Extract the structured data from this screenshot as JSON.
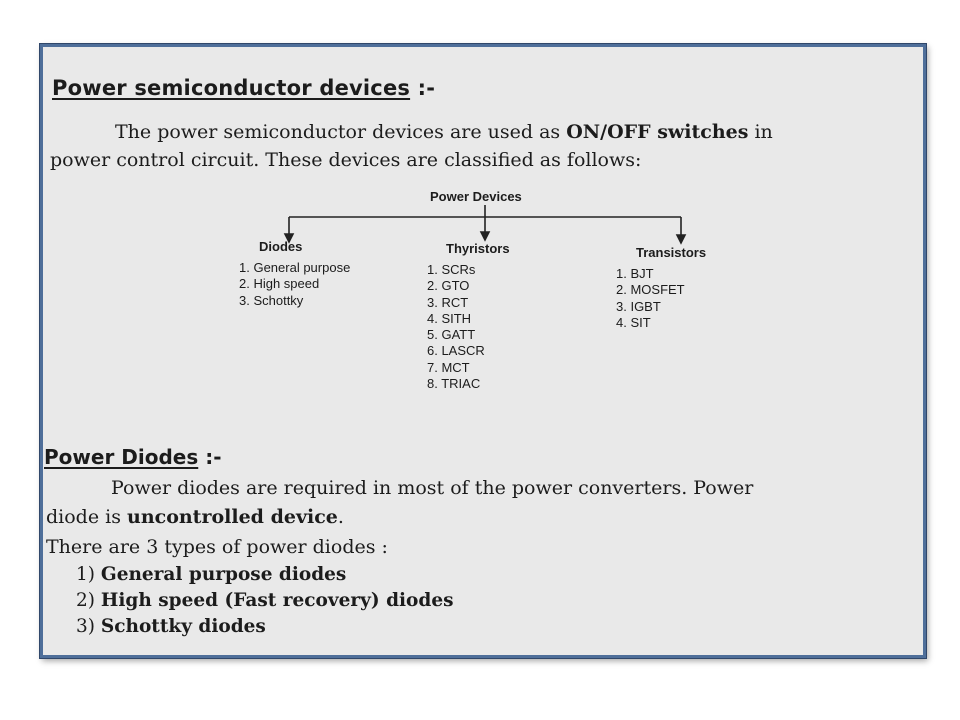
{
  "heading1": {
    "text": "Power semiconductor devices",
    "suffix": " :-"
  },
  "intro": {
    "part1": "The power semiconductor devices are used as ",
    "bold": "ON/OFF switches",
    "part2": " in",
    "line2": "power control circuit. These devices are classified as follows:"
  },
  "tree": {
    "root": "Power Devices",
    "diodes": {
      "title": "Diodes",
      "items": [
        "1. General purpose",
        "2. High speed",
        "3. Schottky"
      ]
    },
    "thyristors": {
      "title": "Thyristors",
      "items": [
        "1. SCRs",
        "2. GTO",
        "3. RCT",
        "4. SITH",
        "5. GATT",
        "6. LASCR",
        "7. MCT",
        "8. TRIAC"
      ]
    },
    "transistors": {
      "title": "Transistors",
      "items": [
        "1. BJT",
        "2. MOSFET",
        "3. IGBT",
        "4. SIT"
      ]
    }
  },
  "heading2": {
    "text": "Power Diodes",
    "suffix": " :-"
  },
  "diodes_para": {
    "line1": "Power diodes are required in most of the power converters. Power",
    "line2_start": "diode is ",
    "line2_bold": "uncontrolled device",
    "line2_end": ".",
    "line3": "There are 3 types of power diodes :"
  },
  "types": [
    {
      "num": "1)",
      "label": "General purpose diodes"
    },
    {
      "num": "2)",
      "label": "High speed (Fast recovery) diodes"
    },
    {
      "num": "3)",
      "label": "Schottky diodes"
    }
  ]
}
